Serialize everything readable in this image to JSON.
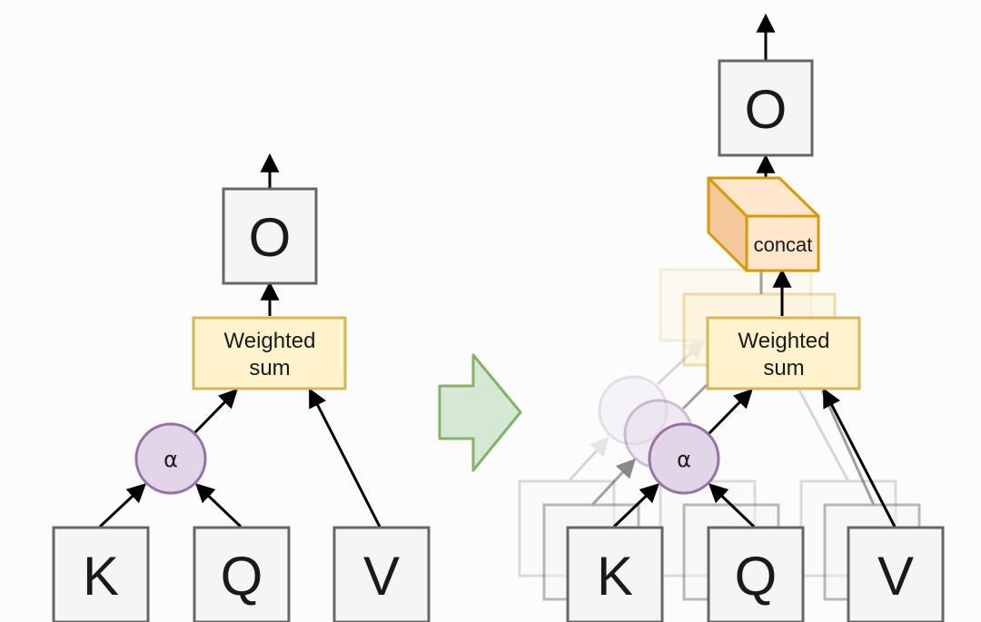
{
  "colors": {
    "box_fill": "#f5f5f5",
    "box_stroke": "#666666",
    "sum_fill": "#fff2cc",
    "sum_stroke": "#d6b656",
    "alpha_fill": "#e1d5e7",
    "alpha_stroke": "#9673a6",
    "concat_fill": "#ffe6cc",
    "concat_side": "#f4c79c",
    "concat_stroke": "#d79b00",
    "arrow_fill": "#d5e8d4",
    "arrow_stroke": "#82b366",
    "line": "#000000"
  },
  "single_head": {
    "output_label": "O",
    "sum_label_line1": "Weighted",
    "sum_label_line2": "sum",
    "alpha_label": "α",
    "inputs": [
      "K",
      "Q",
      "V"
    ]
  },
  "multi_head": {
    "output_label": "O",
    "concat_label": "concat",
    "sum_label_line1": "Weighted",
    "sum_label_line2": "sum",
    "alpha_label": "α",
    "inputs": [
      "K",
      "Q",
      "V"
    ]
  }
}
